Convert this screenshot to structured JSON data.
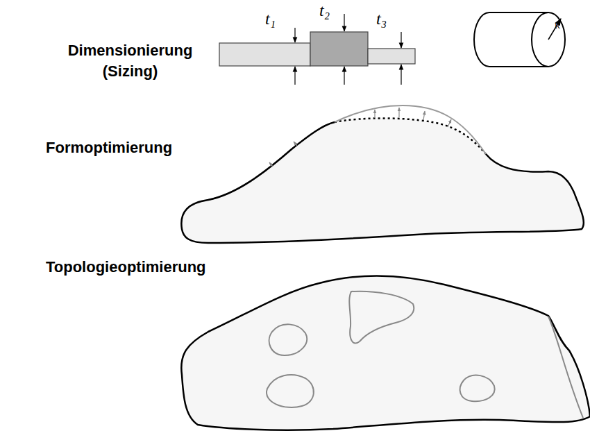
{
  "diagram": {
    "labels": [
      "Dimensionierung (Sizing)",
      "t₁",
      "t₂",
      "t₃",
      "R",
      "Formoptimierung",
      "Topologieoptimierung"
    ]
  }
}
